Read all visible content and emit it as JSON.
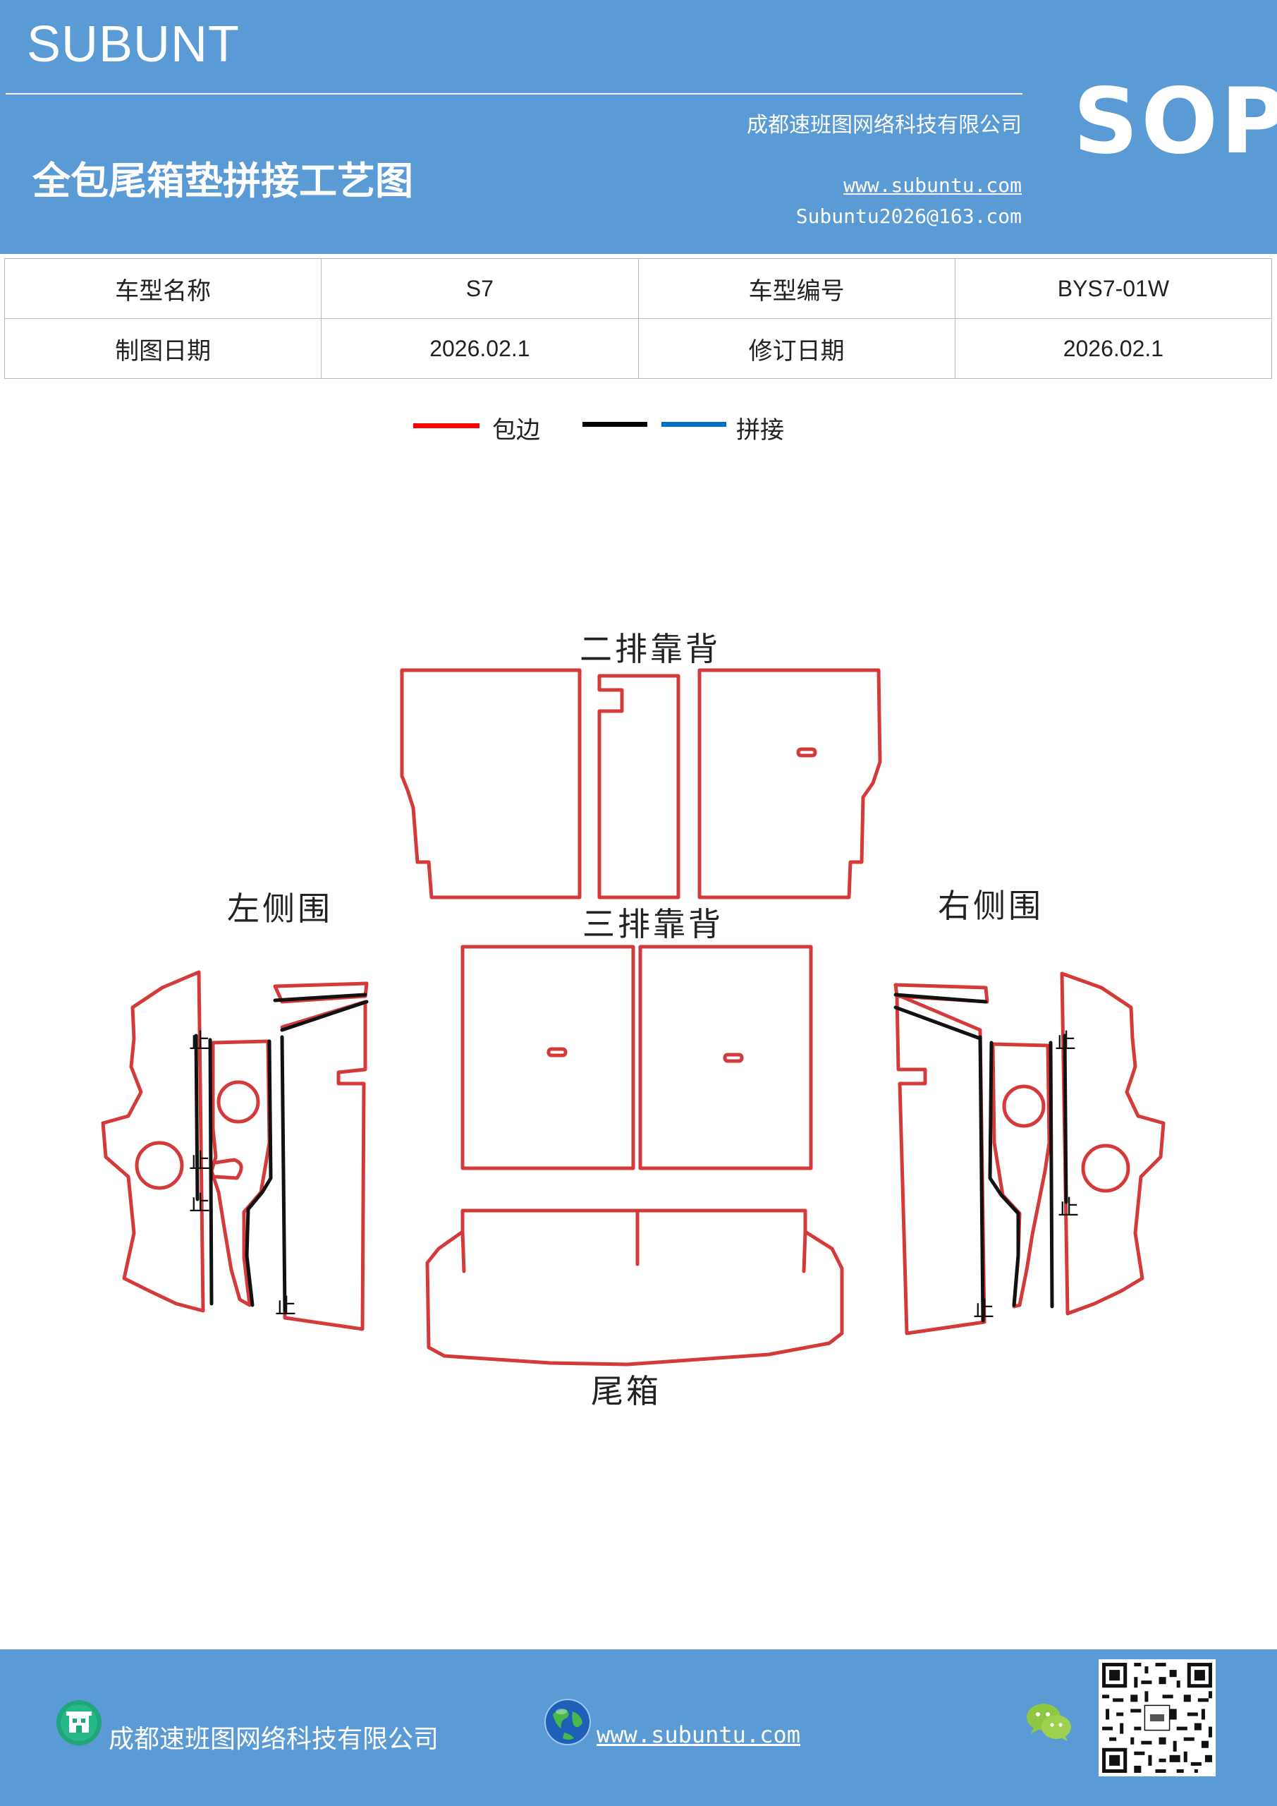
{
  "header": {
    "brand": "SUBUNT",
    "title": "全包尾箱垫拼接工艺图",
    "company": "成都速班图网络科技有限公司",
    "website": "www.subuntu.com",
    "email": "Subuntu2026@163.com",
    "badge": "SOP"
  },
  "info_table": {
    "rows": [
      {
        "label1": "车型名称",
        "value1": "S7",
        "label2": "车型编号",
        "value2": "BYS7-01W"
      },
      {
        "label1": "制图日期",
        "value1": "2026.02.1",
        "label2": "修订日期",
        "value2": "2026.02.1"
      }
    ]
  },
  "legend": {
    "items": [
      {
        "label": "包边",
        "color": "#ff0000"
      },
      {
        "label": "拼接",
        "colors": [
          "#000000",
          "#0070c0"
        ]
      }
    ]
  },
  "diagram": {
    "labels": {
      "second_row_back": "二排靠背",
      "third_row_back": "三排靠背",
      "left_side": "左侧围",
      "right_side": "右侧围",
      "trunk": "尾箱"
    },
    "stop_mark": "止",
    "edge_color": "#d43a3a",
    "seam_color": "#111111"
  },
  "footer": {
    "company": "成都速班图网络科技有限公司",
    "website": "www.subuntu.com"
  },
  "icons": [
    "building-icon",
    "globe-icon",
    "wechat-icon",
    "qr-code"
  ]
}
